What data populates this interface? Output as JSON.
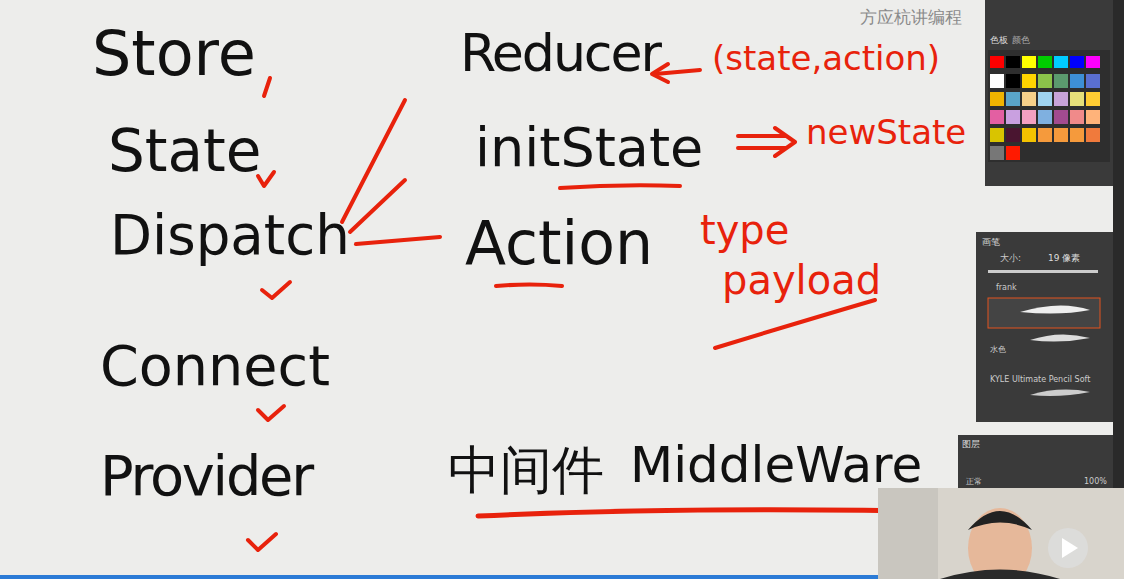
{
  "diagram": {
    "labels": [
      "Store",
      "State",
      "Dispatch",
      "Connect",
      "Provider",
      "Reducer",
      "(state,action)",
      "initState",
      "newState",
      "Action",
      "type",
      "payload",
      "中间件",
      "MiddleWare",
      "方应杭讲编程",
      "色板",
      "颜色",
      "画笔",
      "大小:",
      "19 像素",
      "frank",
      "水色",
      "KYLE Ultimate Pencil Soft",
      "图层",
      "正常",
      "100%"
    ]
  }
}
